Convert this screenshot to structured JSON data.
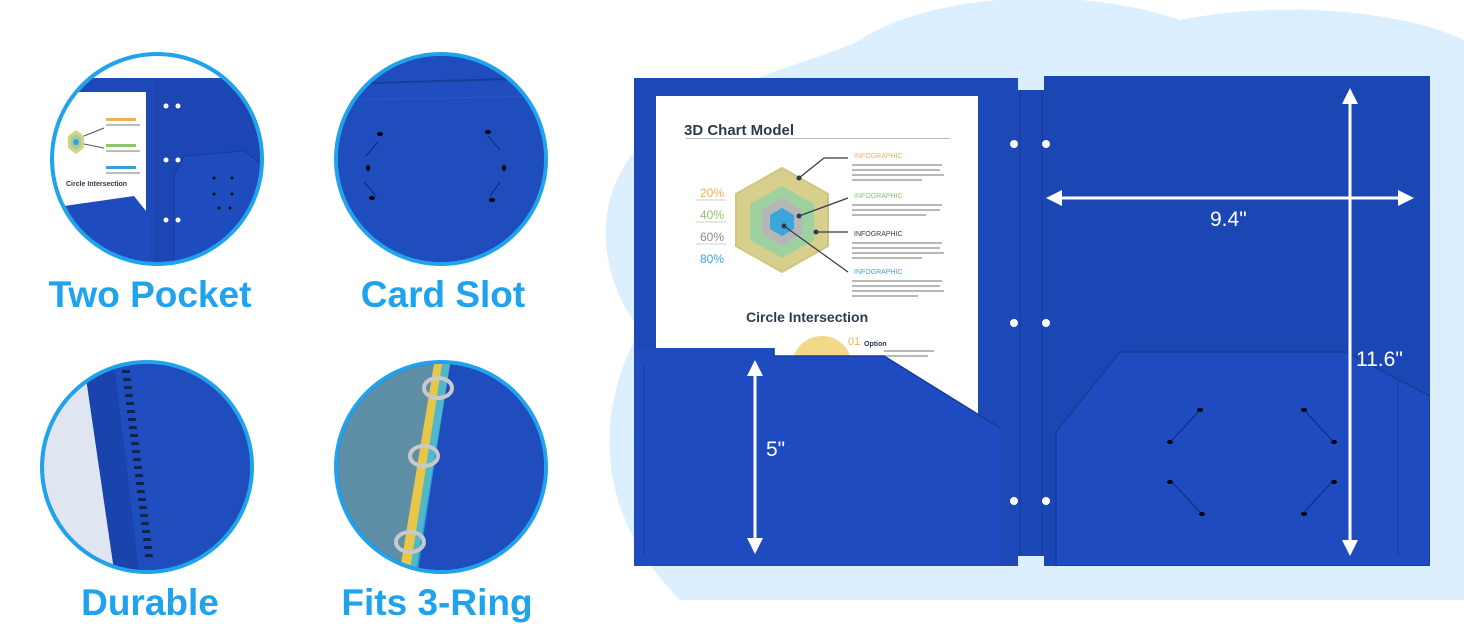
{
  "features": [
    {
      "label": "Two Pocket"
    },
    {
      "label": "Card Slot"
    },
    {
      "label": "Durable"
    },
    {
      "label": "Fits 3-Ring"
    }
  ],
  "document": {
    "chart_title": "3D Chart Model",
    "percentages": [
      "20%",
      "40%",
      "60%",
      "80%"
    ],
    "infographic_labels": [
      "INFOGRAPHIC",
      "INFOGRAPHIC",
      "INFOGRAPHIC",
      "INFOGRAPHIC"
    ],
    "section_title": "Circle Intersection",
    "option_number": "01",
    "option_label": "Option"
  },
  "mini_document": {
    "section_title": "Circle Intersection"
  },
  "dimensions": {
    "width": "9.4\"",
    "height": "11.6\"",
    "pocket_height": "5\""
  },
  "colors": {
    "folder_blue": "#1d49b8",
    "accent_cyan": "#1fa3ec",
    "background_blob": "#dcefff"
  }
}
